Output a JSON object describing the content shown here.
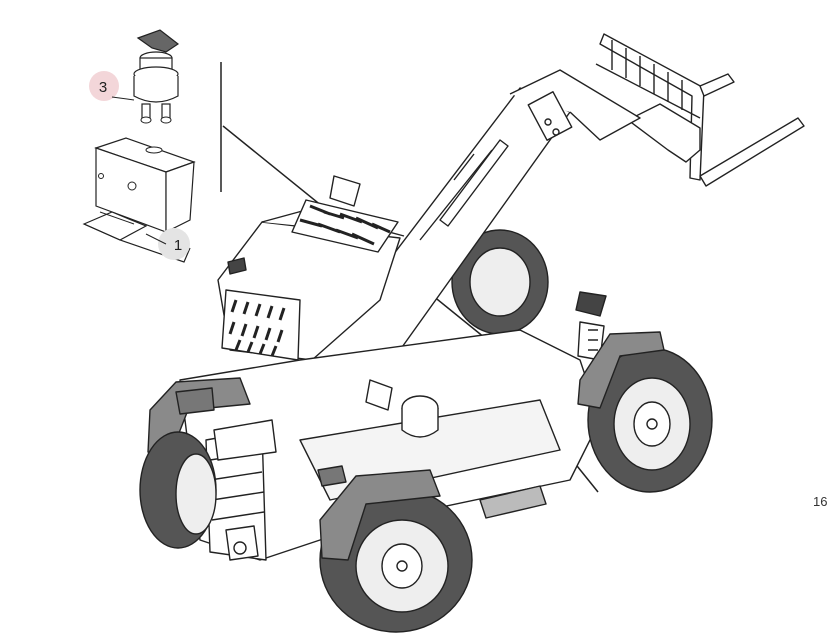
{
  "diagram": {
    "callouts": [
      {
        "id": "part-3",
        "label": "3"
      },
      {
        "id": "part-1",
        "label": "1"
      }
    ],
    "page_number": "16",
    "colors": {
      "highlight": "#f3d6d9",
      "highlight_gray": "#e4e4e4",
      "line": "#1a1a1a",
      "tire": "#555555",
      "fender": "#8a8a8a"
    }
  }
}
